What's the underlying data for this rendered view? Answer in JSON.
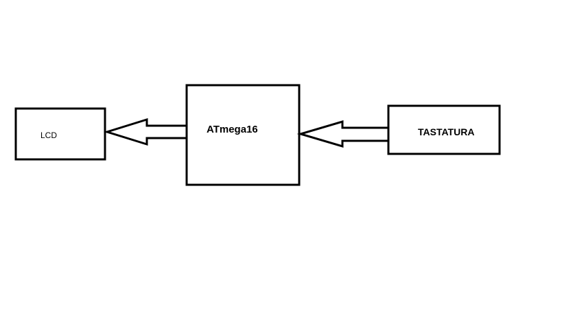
{
  "diagram": {
    "blocks": {
      "lcd": {
        "label": "LCD"
      },
      "mcu": {
        "label": "ATmega16"
      },
      "keyboard": {
        "label": "TASTATURA"
      }
    },
    "colors": {
      "stroke": "#000000",
      "background": "#ffffff"
    }
  }
}
